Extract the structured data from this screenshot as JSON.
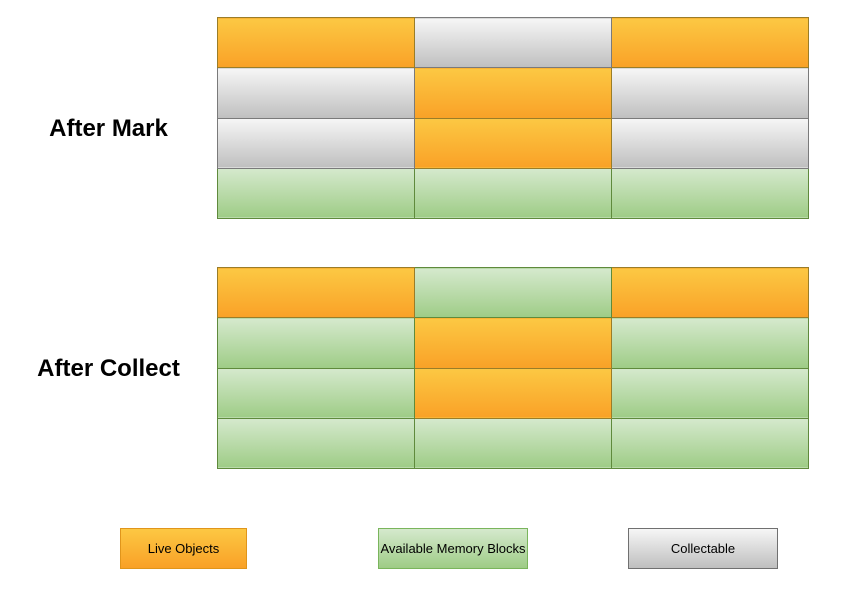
{
  "title": "Mark and Collect memory diagram",
  "sections": [
    {
      "label": "After Mark",
      "grid": {
        "rows": [
          [
            "live",
            "collectable",
            "live"
          ],
          [
            "collectable",
            "live",
            "collectable"
          ],
          [
            "collectable",
            "live",
            "collectable"
          ],
          [
            "available",
            "available",
            "available"
          ]
        ]
      }
    },
    {
      "label": "After Collect",
      "grid": {
        "rows": [
          [
            "live",
            "available",
            "live"
          ],
          [
            "available",
            "live",
            "available"
          ],
          [
            "available",
            "live",
            "available"
          ],
          [
            "available",
            "available",
            "available"
          ]
        ]
      }
    }
  ],
  "legend": [
    {
      "type": "live",
      "label": "Live Objects"
    },
    {
      "type": "available",
      "label": "Available Memory Blocks"
    },
    {
      "type": "collectable",
      "label": "Collectable"
    }
  ],
  "colors": {
    "live_top": "#FCC843",
    "live_bottom": "#F9A127",
    "live_stroke": "#9A7D28",
    "live_legend_stroke": "#E0951B",
    "available_top": "#D5E9CD",
    "available_bottom": "#9ECC86",
    "available_stroke": "#5F8A3C",
    "available_legend_stroke": "#7AB55C",
    "collectable_top": "#F6F6F6",
    "collectable_bottom": "#BFBFBF",
    "collectable_stroke": "#7A7A7A",
    "collectable_legend_stroke": "#707070"
  }
}
